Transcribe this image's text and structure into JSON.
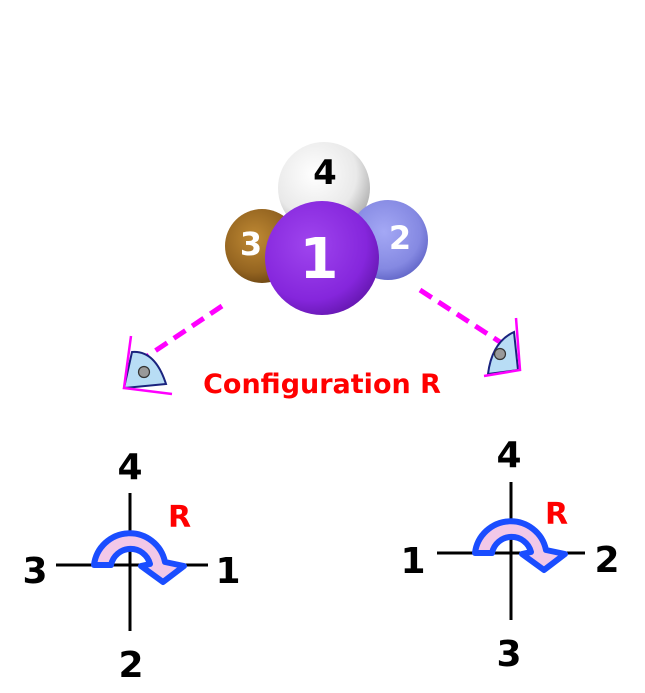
{
  "molecule": {
    "atoms": [
      {
        "id": "atom-4",
        "label": "4",
        "color": "#f0f0f0"
      },
      {
        "id": "atom-3",
        "label": "3",
        "color": "#9a6a1e"
      },
      {
        "id": "atom-2",
        "label": "2",
        "color": "#8a8ee6"
      },
      {
        "id": "atom-1",
        "label": "1",
        "color": "#8a2be2"
      }
    ]
  },
  "caption": "Configuration R",
  "colors": {
    "caption": "#ff0000",
    "sight_line": "#ff00ff",
    "arrow_outline": "#1a4dff",
    "arrow_fill": "#f2c8e8",
    "eye_fill": "#b8ddf5",
    "axes": "#000000",
    "letter": "#ff0000"
  },
  "projections": [
    {
      "name": "left",
      "top": "4",
      "left": "3",
      "right": "1",
      "bottom": "2",
      "letter": "R"
    },
    {
      "name": "right",
      "top": "4",
      "left": "1",
      "right": "2",
      "bottom": "3",
      "letter": "R"
    }
  ]
}
